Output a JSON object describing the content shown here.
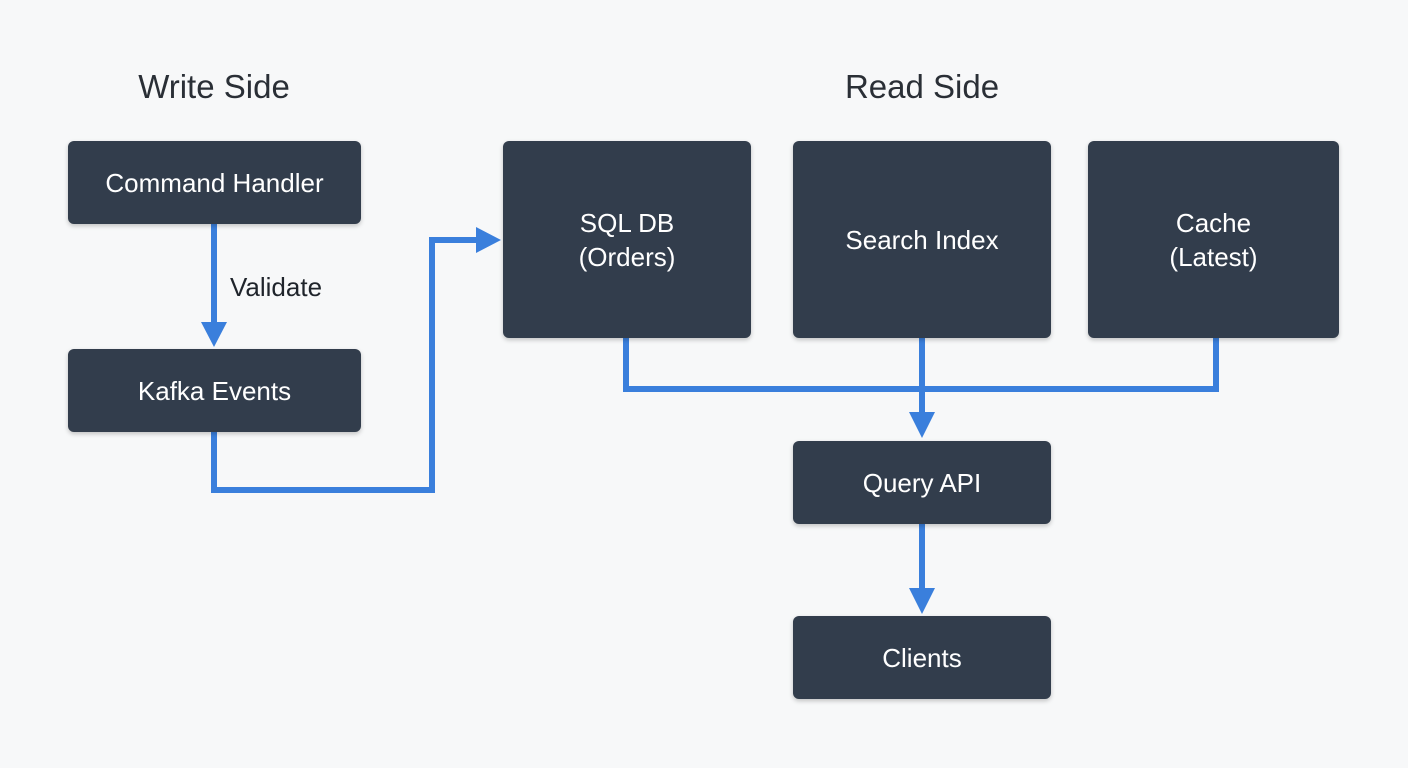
{
  "colors": {
    "background": "#f7f8f9",
    "node_fill": "#323d4c",
    "node_text": "#ffffff",
    "arrow": "#3a7fdc",
    "title_text": "#2a2f36"
  },
  "sections": {
    "write_title": "Write Side",
    "read_title": "Read Side"
  },
  "nodes": {
    "command_handler": {
      "label": "Command Handler"
    },
    "kafka_events": {
      "label": "Kafka Events"
    },
    "sql_db": {
      "line1": "SQL DB",
      "line2": "(Orders)"
    },
    "search_index": {
      "label": "Search Index"
    },
    "cache": {
      "line1": "Cache",
      "line2": "(Latest)"
    },
    "query_api": {
      "label": "Query API"
    },
    "clients": {
      "label": "Clients"
    }
  },
  "edges": {
    "validate_label": "Validate"
  }
}
